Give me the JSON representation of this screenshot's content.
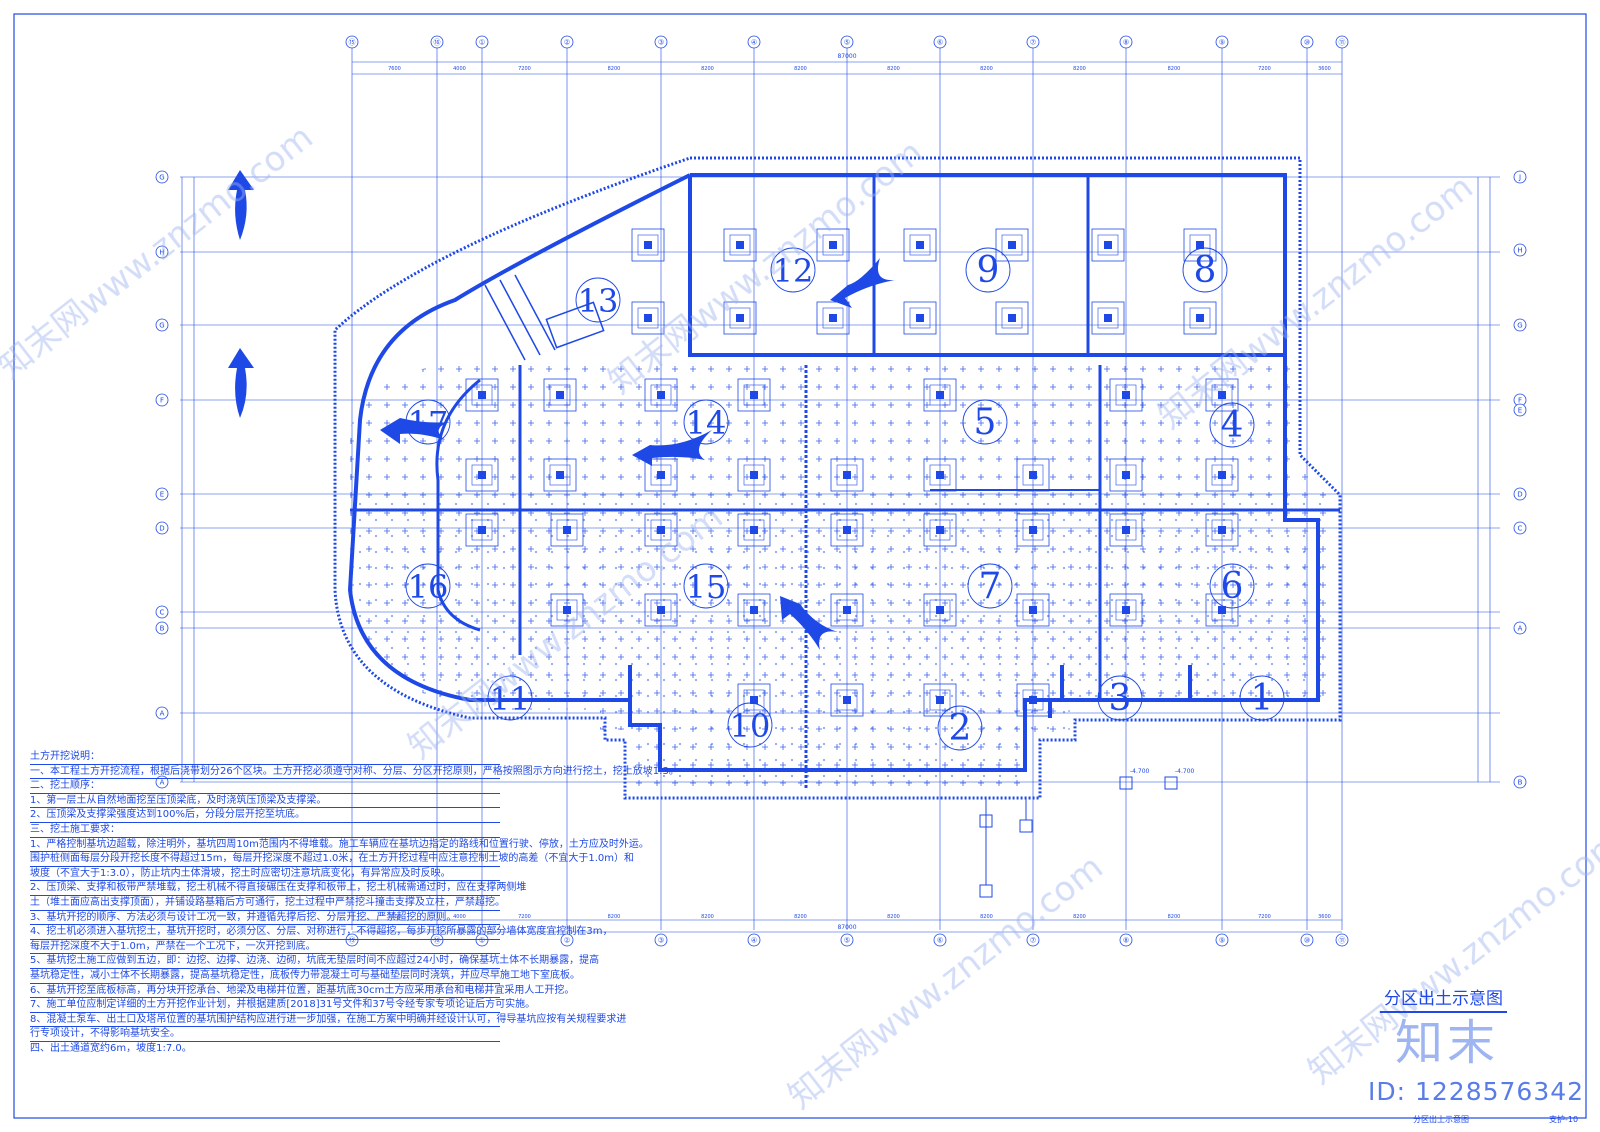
{
  "title": "分区出土示意图",
  "sheet_label": "分区出土示意图",
  "sheet_number": "支护-10",
  "watermark_text": "知末",
  "watermark_id": "ID: 1228576342",
  "watermark_site": "知末网www.znzmo.com",
  "total_dimension": "87000",
  "zones": [
    "1",
    "2",
    "3",
    "4",
    "5",
    "6",
    "7",
    "8",
    "9",
    "10",
    "11",
    "12",
    "13",
    "14",
    "15",
    "16",
    "17"
  ],
  "column_axes": [
    "⑮",
    "⑯",
    "①",
    "②",
    "③",
    "④",
    "⑤",
    "⑥",
    "⑦",
    "⑧",
    "⑨",
    "⑩",
    "⑪"
  ],
  "row_axes_left": [
    "G",
    "H",
    "G",
    "F",
    "E",
    "D",
    "C",
    "B",
    "A",
    "A"
  ],
  "row_axes_right": [
    "J",
    "H",
    "G",
    "F",
    "E",
    "D",
    "C",
    "A",
    "B"
  ],
  "top_spans": [
    "7600",
    "4000",
    "7200",
    "8200",
    "8200",
    "8200",
    "8200",
    "8200",
    "8200",
    "8200",
    "7200",
    "3600"
  ],
  "elevations": [
    "-4.700",
    "-4.700"
  ],
  "notes": [
    "土方开挖说明：",
    "一、本工程土方开挖流程，根据后浇带划分26个区块。土方开挖必须遵守对称、分层、分区开挖原则，严格按照图示方向进行挖土，挖土放坡1:3。",
    "二、挖土顺序：",
    "1、第一层土从自然地面挖至压顶梁底，及时浇筑压顶梁及支撑梁。",
    "2、压顶梁及支撑梁强度达到100%后，分段分层开挖至坑底。",
    "三、挖土施工要求：",
    "1、严格控制基坑边超载，除注明外，基坑四周10m范围内不得堆载。施工车辆应在基坑边指定的路线和位置行驶、停放，土方应及时外运。",
    "围护桩侧面每层分段开挖长度不得超过15m，每层开挖深度不超过1.0米，在土方开挖过程中应注意控制土坡的高差（不宜大于1.0m）和",
    "坡度（不宜大于1:3.0），防止坑内土体滑坡，挖土时应密切注意坑底变化，有异常应及时反映。",
    "2、压顶梁、支撑和板带严禁堆载，挖土机械不得直接碾压在支撑和板带上，挖土机械需通过时，应在支撑两侧堆",
    "土（堆土面应高出支撑顶面），并铺设路基箱后方可通行，挖土过程中严禁挖斗撞击支撑及立柱，严禁超挖。",
    "3、基坑开挖的顺序、方法必须与设计工况一致，并遵循先撑后挖、分层开挖、严禁超挖的原则。",
    "4、挖土机必须进入基坑挖土，基坑开挖时，必须分区、分层、对称进行，不得超挖，每步开挖所暴露的部分墙体宽度宜控制在3m，",
    "每层开挖深度不大于1.0m，严禁在一个工况下，一次开挖到底。",
    "5、基坑挖土施工应做到五边，即：边挖、边撑、边浇、边砌，坑底无垫层时间不应超过24小时，确保基坑土体不长期暴露，提高",
    "基坑稳定性，减小土体不长期暴露，提高基坑稳定性，底板传力带混凝土可与基础垫层同时浇筑，并应尽早施工地下室底板。",
    "6、基坑开挖至底板标高，再分块开挖承台、地梁及电梯井位置，距基坑底30cm土方应采用承台和电梯井宜采用人工开挖。",
    "7、施工单位应制定详细的土方开挖作业计划，并根据建质[2018]31号文件和37号令经专家专项论证后方可实施。",
    "8、混凝土泵车、出土口及塔吊位置的基坑围护结构应进行进一步加强，在施工方案中明确并经设计认可，得导基坑应按有关规程要求进",
    "行专项设计，不得影响基坑安全。",
    "四、出土通道宽约6m，坡度1:7.0。"
  ]
}
